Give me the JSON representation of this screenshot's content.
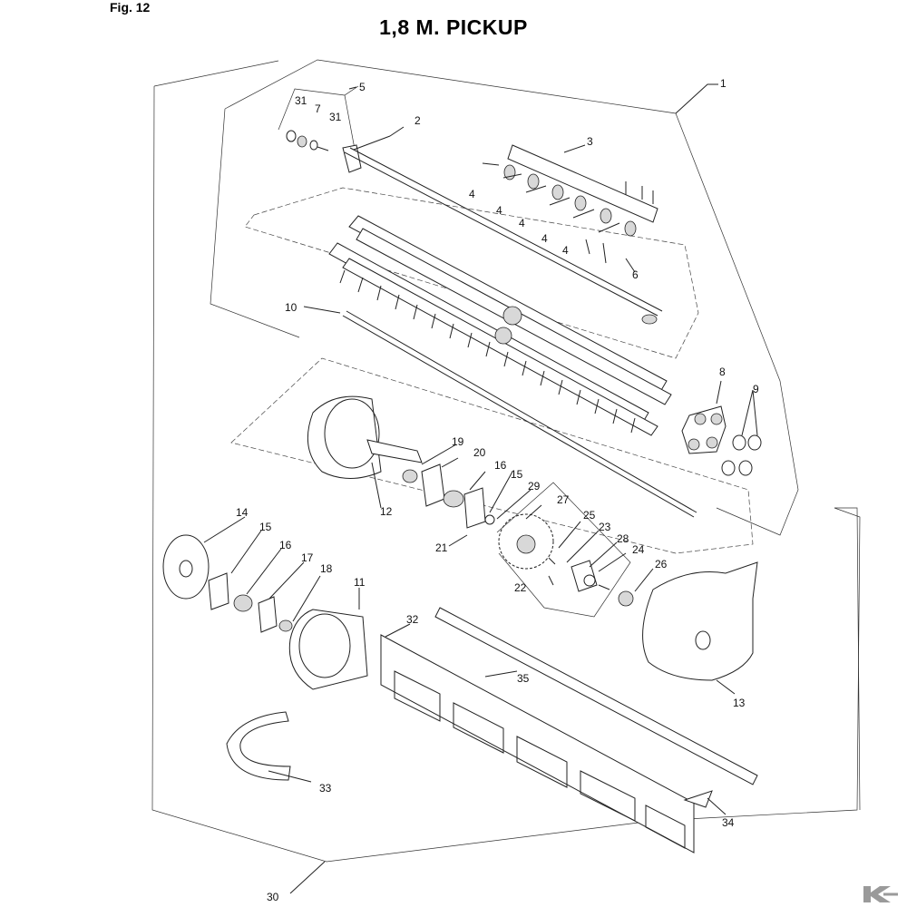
{
  "figure": {
    "label": "Fig. 12",
    "title": "1,8 M. PICKUP"
  },
  "colors": {
    "ink": "#222222",
    "fill_light": "#d8d8d8",
    "fill_dark": "#555555",
    "logo": "#9a9a9a"
  },
  "parts": [
    {
      "id": "label-1",
      "text": "1"
    },
    {
      "id": "label-2",
      "text": "2"
    },
    {
      "id": "label-3",
      "text": "3"
    },
    {
      "id": "label-4a",
      "text": "4"
    },
    {
      "id": "label-4b",
      "text": "4"
    },
    {
      "id": "label-4c",
      "text": "4"
    },
    {
      "id": "label-4d",
      "text": "4"
    },
    {
      "id": "label-4e",
      "text": "4"
    },
    {
      "id": "label-5",
      "text": "5"
    },
    {
      "id": "label-6",
      "text": "6"
    },
    {
      "id": "label-7",
      "text": "7"
    },
    {
      "id": "label-8",
      "text": "8"
    },
    {
      "id": "label-9",
      "text": "9"
    },
    {
      "id": "label-10",
      "text": "10"
    },
    {
      "id": "label-11",
      "text": "11"
    },
    {
      "id": "label-12",
      "text": "12"
    },
    {
      "id": "label-13",
      "text": "13"
    },
    {
      "id": "label-14",
      "text": "14"
    },
    {
      "id": "label-15a",
      "text": "15"
    },
    {
      "id": "label-15b",
      "text": "15"
    },
    {
      "id": "label-16a",
      "text": "16"
    },
    {
      "id": "label-16b",
      "text": "16"
    },
    {
      "id": "label-17",
      "text": "17"
    },
    {
      "id": "label-18",
      "text": "18"
    },
    {
      "id": "label-19",
      "text": "19"
    },
    {
      "id": "label-20",
      "text": "20"
    },
    {
      "id": "label-21",
      "text": "21"
    },
    {
      "id": "label-22",
      "text": "22"
    },
    {
      "id": "label-23",
      "text": "23"
    },
    {
      "id": "label-24",
      "text": "24"
    },
    {
      "id": "label-25",
      "text": "25"
    },
    {
      "id": "label-26",
      "text": "26"
    },
    {
      "id": "label-27",
      "text": "27"
    },
    {
      "id": "label-28",
      "text": "28"
    },
    {
      "id": "label-29",
      "text": "29"
    },
    {
      "id": "label-30",
      "text": "30"
    },
    {
      "id": "label-31a",
      "text": "31"
    },
    {
      "id": "label-31b",
      "text": "31"
    },
    {
      "id": "label-32",
      "text": "32"
    },
    {
      "id": "label-33",
      "text": "33"
    },
    {
      "id": "label-34",
      "text": "34"
    },
    {
      "id": "label-35",
      "text": "35"
    }
  ]
}
